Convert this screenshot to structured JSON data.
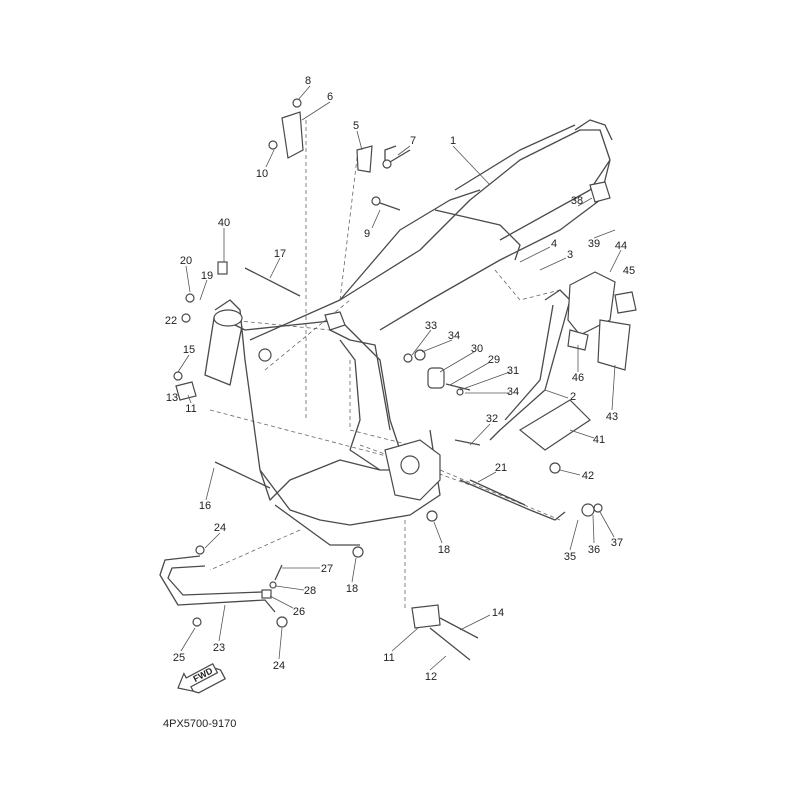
{
  "diagram": {
    "part_code": "4PX5700-9170",
    "direction_label": "FWD",
    "callouts": [
      "8",
      "6",
      "5",
      "7",
      "1",
      "10",
      "9",
      "40",
      "17",
      "4",
      "3",
      "38",
      "39",
      "44",
      "45",
      "20",
      "19",
      "22",
      "15",
      "13",
      "11",
      "33",
      "34",
      "30",
      "29",
      "31",
      "34",
      "2",
      "46",
      "43",
      "41",
      "32",
      "42",
      "21",
      "16",
      "24",
      "18",
      "18",
      "35",
      "36",
      "37",
      "27",
      "28",
      "26",
      "23",
      "25",
      "24",
      "14",
      "11",
      "12"
    ]
  }
}
